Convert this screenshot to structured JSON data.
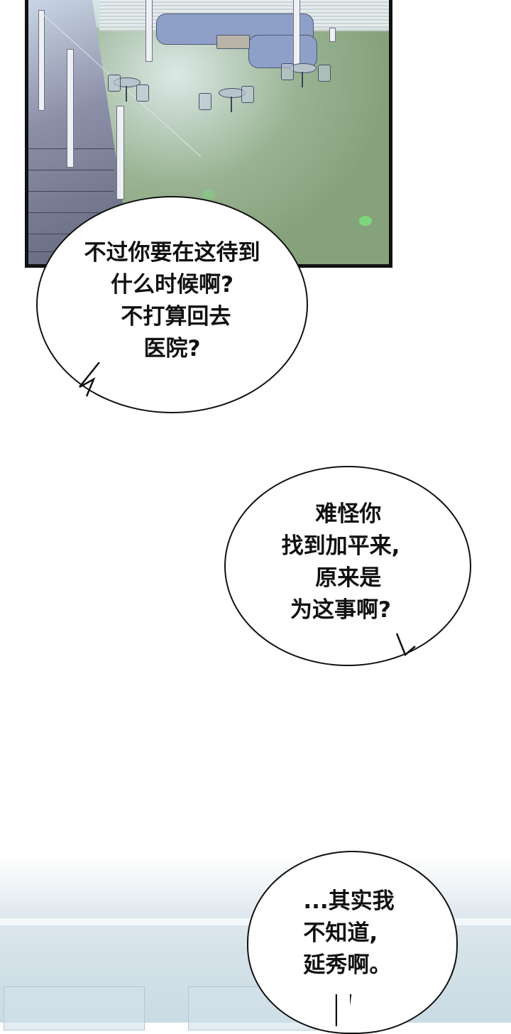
{
  "scene": {
    "panel_top": {
      "description": "rooftop garden with sofas, tables, chairs, glass railing",
      "border_color": "#111111"
    },
    "panel_bottom": {
      "description": "pale blue interior background"
    }
  },
  "bubbles": [
    {
      "id": "bubble-1",
      "lines": [
        "不过你要在这待到",
        "什么时候啊?",
        "不打算回去",
        "医院?"
      ]
    },
    {
      "id": "bubble-2",
      "lines": [
        "难怪你",
        "找到加平来,",
        "原来是",
        "为这事啊?"
      ]
    },
    {
      "id": "bubble-3",
      "lines": [
        "...其实我",
        "不知道,",
        "延秀啊。"
      ]
    }
  ],
  "text": {
    "b1": "不过你要在这待到\n什么时候啊?\n 不打算回去\n医院?",
    "b2": "  难怪你\n找到加平来,\n  原来是\n为这事啊?",
    "b3": "...其实我\n不知道,\n延秀啊。"
  }
}
